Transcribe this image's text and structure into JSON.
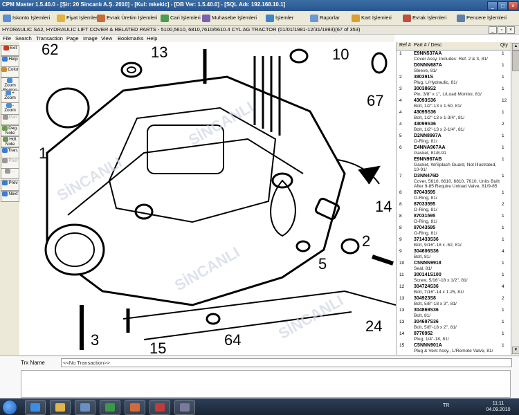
{
  "window": {
    "title": "CPM Master 1.5.40.0 - [Şir: 20 Sincanlı A.Ş. 2010] - [Kul: mkekic] - [DB Ver: 1.5.40.0] - [SQL Adı: 192.168.10.1]"
  },
  "modules": [
    {
      "label": "İskonto İşlemleri",
      "color": "#5b8fd6"
    },
    {
      "label": "Fiyat İşlemleri",
      "color": "#e2b43c"
    },
    {
      "label": "Evrak Üretim İşlemleri",
      "color": "#c76a3c"
    },
    {
      "label": "Cari İşlemleri",
      "color": "#4e9a52"
    },
    {
      "label": "Muhasebe İşlemleri",
      "color": "#7b5fb5"
    },
    {
      "label": "İşlemler",
      "color": "#3f86c9"
    },
    {
      "label": "Raporlar",
      "color": "#6a9ad0"
    },
    {
      "label": "Kart İşlemleri",
      "color": "#d9a02c"
    },
    {
      "label": "Evrak İşlemleri",
      "color": "#c14f3d"
    },
    {
      "label": "Pencere İşlemleri",
      "color": "#5e7fa8"
    }
  ],
  "document": {
    "title": "HYDRAULIC SA2, HYDRAULIC LIFT COVER & RELATED PARTS - 5100,5610,  6810,7610/6610.4 CYL AG TRACTOR (01/01/1981-12/31/1993)(67 of 353)"
  },
  "menu": [
    "File",
    "Search",
    "Transaction",
    "Page",
    "Image",
    "View",
    "Bookmarks",
    "Help"
  ],
  "toolbar": [
    {
      "label": "Exit",
      "enabled": true
    },
    {
      "label": "Help",
      "enabled": true
    },
    {
      "label": "Color",
      "enabled": true
    },
    {
      "label": "Zoom Region",
      "enabled": true
    },
    {
      "label": "+ Zoom",
      "enabled": true
    },
    {
      "label": "- Zoom",
      "enabled": true
    },
    {
      "label": "Part",
      "enabled": false
    },
    {
      "label": "Deg. Note",
      "enabled": true
    },
    {
      "label": "Hdl. Note",
      "enabled": true
    },
    {
      "label": "Tran.",
      "enabled": true
    },
    {
      "label": "Post",
      "enabled": false
    },
    {
      "label": "...",
      "enabled": false
    },
    {
      "label": "Prev",
      "enabled": true
    },
    {
      "label": "Next",
      "enabled": true
    }
  ],
  "drawing": {
    "callouts": [
      "62",
      "13",
      "10",
      "67",
      "1",
      "14",
      "2",
      "5",
      "3",
      "24",
      "64",
      "15"
    ],
    "watermark": "SİNCANLI"
  },
  "parts_list": {
    "headers": {
      "ref": "Ref #",
      "part": "Part # / Desc",
      "qty": "Qty"
    },
    "rows": [
      {
        "ref": "1",
        "part": "E9NN537AA",
        "desc": "Cover Assy, Includes: Ref. 2 & 3, 81/",
        "qty": "1"
      },
      {
        "ref": "",
        "part": "D0NNN687A",
        "desc": "Sleeve, 81/",
        "qty": "1"
      },
      {
        "ref": "2",
        "part": "380391S",
        "desc": "Plug, L/Hydraulic, 81/",
        "qty": "1"
      },
      {
        "ref": "3",
        "part": "300386S2",
        "desc": "Pin, 3/8\" x 1\", L/Load Monitor, 81/",
        "qty": "1"
      },
      {
        "ref": "4",
        "part": "43093S36",
        "desc": "Bolt, 1/2\"-13 x 1.50, 81/",
        "qty": "12"
      },
      {
        "ref": "4",
        "part": "43095S36",
        "desc": "Bolt, 1/2\"-13 x 1-3/4\", 81/",
        "qty": "1"
      },
      {
        "ref": "4",
        "part": "43099S36",
        "desc": "Bolt, 1/2\"-13 x 2-1/4\", 81/",
        "qty": "2"
      },
      {
        "ref": "5",
        "part": "D2NN8997A",
        "desc": "O-Ring, 81/",
        "qty": "1"
      },
      {
        "ref": "6",
        "part": "E4NNA967AA",
        "desc": "Gasket, 81/8-91",
        "qty": "1"
      },
      {
        "ref": "",
        "part": "E9NN967AB",
        "desc": "Gasket, W/Splash Guard, Not Illustrated, 10-91/",
        "qty": "1"
      },
      {
        "ref": "7",
        "part": "D3NN476D",
        "desc": "Cover, 5610, 6610, 6810, 7610, Units Built After 9-85 Require Unload Valve, 81/9-85",
        "qty": "1"
      },
      {
        "ref": "8",
        "part": "87043595",
        "desc": "O-Ring, 81/",
        "qty": "1"
      },
      {
        "ref": "8",
        "part": "87033595",
        "desc": "O-Ring, 81/",
        "qty": "2"
      },
      {
        "ref": "8",
        "part": "87031595",
        "desc": "O-Ring, 81/",
        "qty": "1"
      },
      {
        "ref": "8",
        "part": "87043595",
        "desc": "O-Ring, 81/",
        "qty": "1"
      },
      {
        "ref": "9",
        "part": "371433S36",
        "desc": "Bolt, 9/16\"-18 x .62, 81/",
        "qty": "1"
      },
      {
        "ref": "9",
        "part": "304606S36",
        "desc": "Bolt, 81/",
        "qty": "4"
      },
      {
        "ref": "10",
        "part": "C5NNN9918",
        "desc": "Seal, 81/",
        "qty": "1"
      },
      {
        "ref": "11",
        "part": "300141S100",
        "desc": "Screw, 5/16\"-18 x 1/2\", 81/",
        "qty": "1"
      },
      {
        "ref": "12",
        "part": "304724S36",
        "desc": "Bolt, 7/16\"-14 x 1.25, 81/",
        "qty": "4"
      },
      {
        "ref": "13",
        "part": "304923S8",
        "desc": "Bolt, 5/8\"-18 x 3\", 81/",
        "qty": "2"
      },
      {
        "ref": "13",
        "part": "304869S36",
        "desc": "Bolt, 81/",
        "qty": "1"
      },
      {
        "ref": "13",
        "part": "304697S36",
        "desc": "Bolt, 5/8\"-18 x 2\", 81/",
        "qty": "1"
      },
      {
        "ref": "14",
        "part": "8770952",
        "desc": "Plug, 1/4\"-18, 81/",
        "qty": "1"
      },
      {
        "ref": "15",
        "part": "C5NNN901A",
        "desc": "Plug & Vent Assy., L/Remote Valve, 81/",
        "qty": "1"
      }
    ]
  },
  "transaction": {
    "label": "Trx Name",
    "value": "<<No Transaction>>"
  },
  "taskbar": {
    "apps": [
      {
        "name": "ie",
        "color": "#3a8ee6"
      },
      {
        "name": "explorer",
        "color": "#e0b64a"
      },
      {
        "name": "app3",
        "color": "#6a8fc0"
      },
      {
        "name": "excel",
        "color": "#3a9a4a"
      },
      {
        "name": "paint",
        "color": "#d46a3a"
      },
      {
        "name": "cpm",
        "color": "#c23b3b"
      },
      {
        "name": "app7",
        "color": "#7a7a9a"
      }
    ],
    "lang": "TR",
    "time": "11:11",
    "date": "04.09.2010"
  }
}
